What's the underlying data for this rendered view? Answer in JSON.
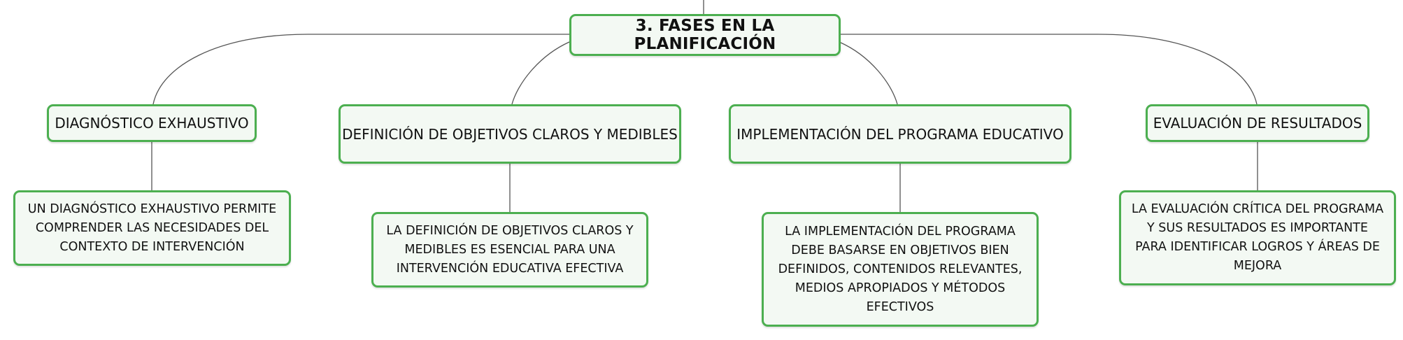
{
  "diagram": {
    "root": {
      "label": "3. FASES EN LA PLANIFICACIÓN"
    },
    "branches": [
      {
        "label": "DIAGNÓSTICO EXHAUSTIVO",
        "detail": "UN DIAGNÓSTICO EXHAUSTIVO PERMITE COMPRENDER LAS NECESIDADES DEL CONTEXTO DE INTERVENCIÓN"
      },
      {
        "label": "DEFINICIÓN DE OBJETIVOS CLAROS Y MEDIBLES",
        "detail": "LA DEFINICIÓN DE OBJETIVOS CLAROS Y MEDIBLES ES ESENCIAL PARA UNA INTERVENCIÓN EDUCATIVA EFECTIVA"
      },
      {
        "label": "IMPLEMENTACIÓN DEL PROGRAMA EDUCATIVO",
        "detail": "LA IMPLEMENTACIÓN DEL PROGRAMA DEBE BASARSE EN OBJETIVOS BIEN DEFINIDOS, CONTENIDOS RELEVANTES, MEDIOS APROPIADOS Y MÉTODOS EFECTIVOS"
      },
      {
        "label": "EVALUACIÓN DE RESULTADOS",
        "detail": "LA EVALUACIÓN CRÍTICA DEL PROGRAMA Y SUS RESULTADOS ES IMPORTANTE PARA IDENTIFICAR LOGROS Y ÁREAS DE MEJORA"
      }
    ],
    "colors": {
      "node_border": "#4caf50",
      "node_fill": "#f3f9f3",
      "connector": "#555555"
    }
  }
}
